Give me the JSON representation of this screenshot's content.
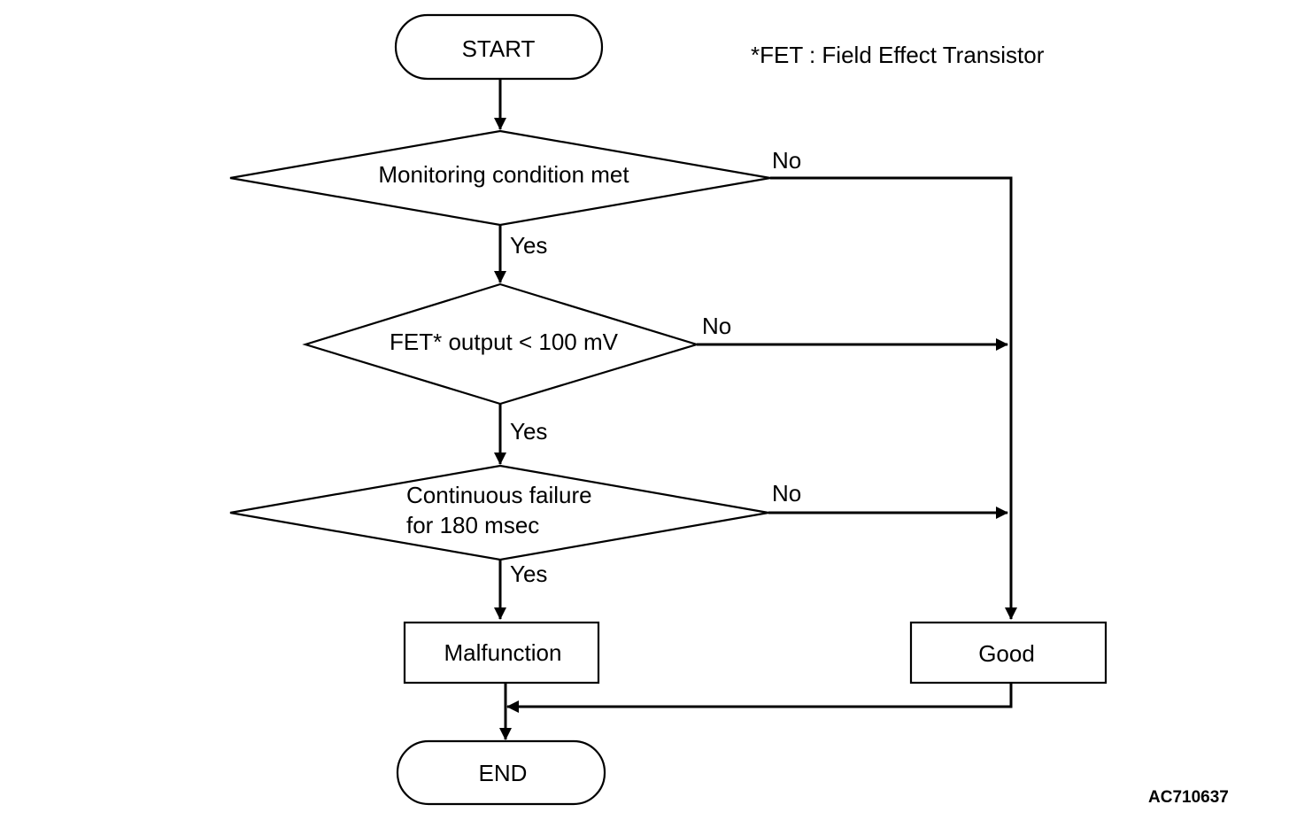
{
  "footnote": "*FET : Field Effect Transistor",
  "reference_code": "AC710637",
  "nodes": {
    "start": "START",
    "decision_monitoring": "Monitoring condition met",
    "decision_fet": "FET* output < 100 mV",
    "decision_continuous_line1": "Continuous failure",
    "decision_continuous_line2": "for 180 msec",
    "malfunction": "Malfunction",
    "good": "Good",
    "end": "END"
  },
  "edges": {
    "yes": "Yes",
    "no": "No"
  }
}
